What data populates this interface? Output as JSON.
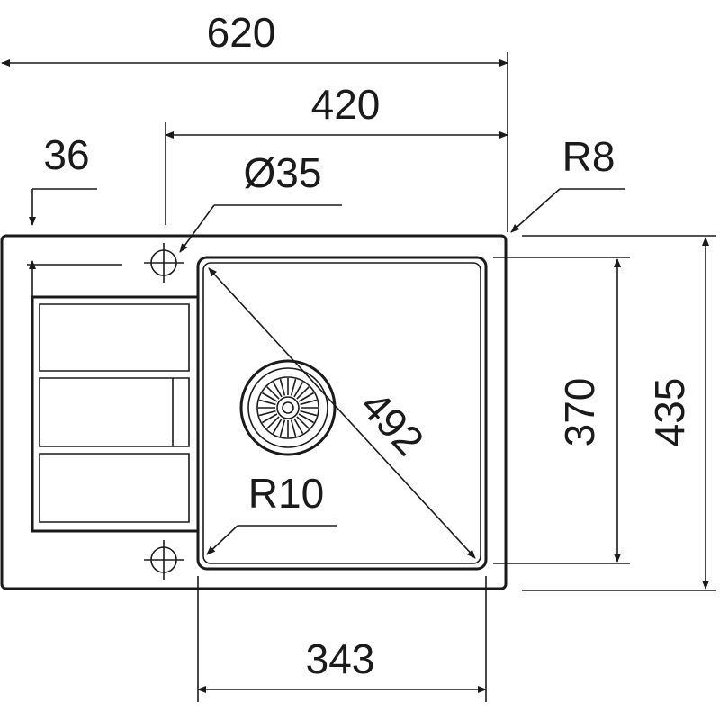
{
  "dimensions": {
    "overall_width": "620",
    "bowl_area_width": "420",
    "drainer_offset": "36",
    "tap_hole": "Ø35",
    "outer_radius": "R8",
    "bowl_diagonal": "492",
    "bowl_radius": "R10",
    "bowl_width": "343",
    "bowl_depth": "370",
    "overall_depth": "435"
  }
}
